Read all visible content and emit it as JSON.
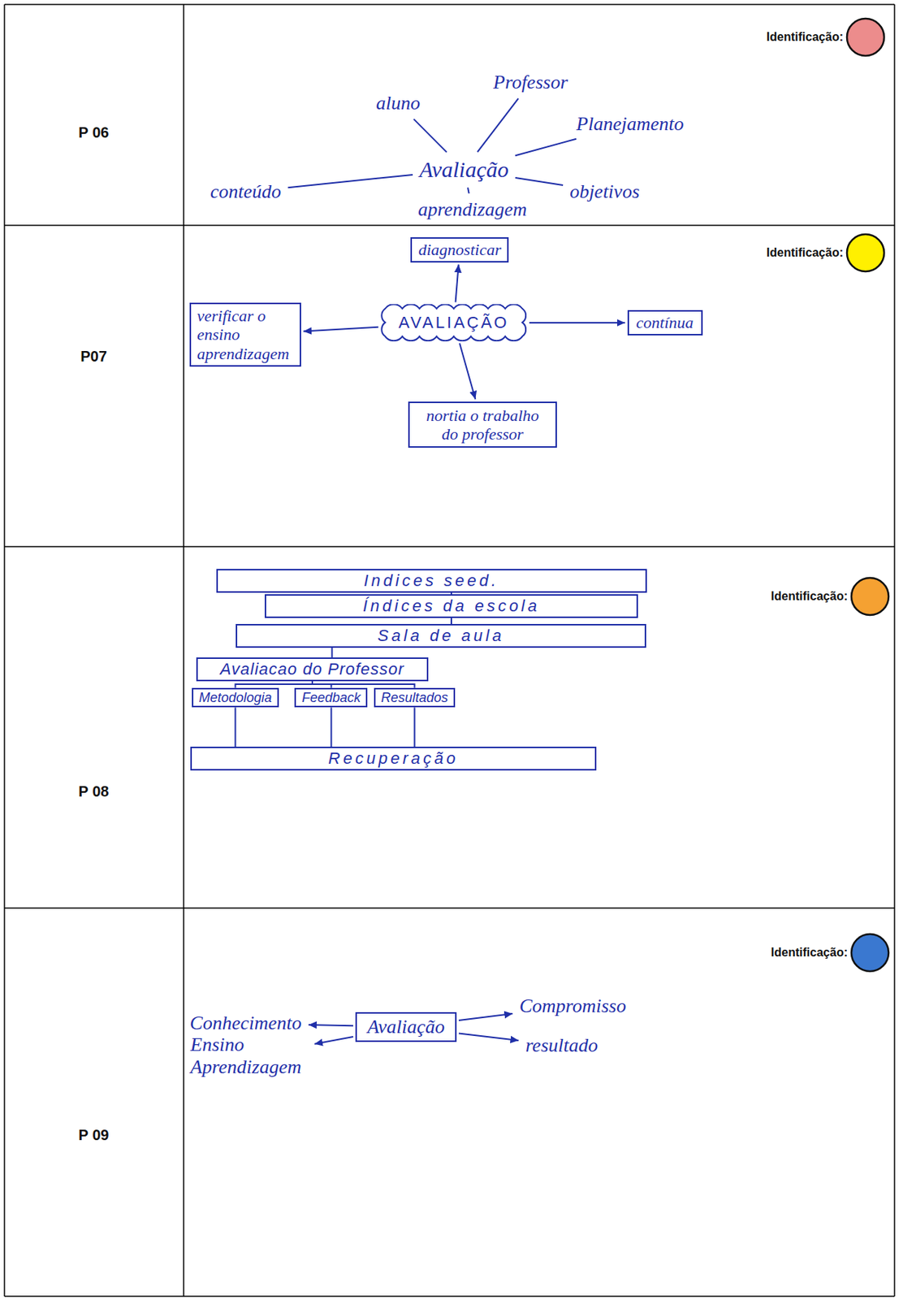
{
  "diagram": {
    "nodes": [
      {
        "text": [
          "Avaliação"
        ]
      },
      {
        "text": [
          "aluno"
        ]
      },
      {
        "text": [
          "Professor"
        ]
      },
      {
        "text": [
          "Planejamento"
        ]
      },
      {
        "text": [
          "conteúdo"
        ]
      },
      {
        "text": [
          "aprendizagem"
        ]
      },
      {
        "text": [
          "objetivos"
        ]
      },
      {
        "text": [
          "diagnosticar"
        ]
      },
      {
        "text": [
          "verificar o ensino aprendizagem"
        ]
      },
      {
        "text": [
          "AVALIAÇÃO"
        ]
      },
      {
        "text": [
          "contínua"
        ]
      },
      {
        "text": [
          "nortia o trabalho do professor"
        ]
      },
      {
        "text": [
          "Indices seed."
        ]
      },
      {
        "text": [
          "Índices da escola"
        ]
      },
      {
        "text": [
          "Sala de aula"
        ]
      },
      {
        "text": [
          "Avaliacao do Professor"
        ]
      },
      {
        "text": [
          "Metodologia"
        ]
      },
      {
        "text": [
          "Feedback"
        ]
      },
      {
        "text": [
          "Resultados"
        ]
      },
      {
        "text": [
          "Recuperação"
        ]
      },
      {
        "text": [
          "Conhecimento"
        ]
      },
      {
        "text": [
          "Avaliação"
        ]
      },
      {
        "text": [
          "Compromisso"
        ]
      },
      {
        "text": [
          "Ensino Aprendizagem"
        ]
      },
      {
        "text": [
          "resultado"
        ]
      }
    ],
    "edges": [
      {
        "from": 0,
        "to": 1,
        "arrow": "none"
      },
      {
        "from": 0,
        "to": 2,
        "arrow": "none"
      },
      {
        "from": 0,
        "to": 3,
        "arrow": "none"
      },
      {
        "from": 0,
        "to": 4,
        "arrow": "none"
      },
      {
        "from": 0,
        "to": 5,
        "arrow": "none"
      },
      {
        "from": 0,
        "to": 6,
        "arrow": "none"
      },
      {
        "from": 9,
        "to": 7,
        "arrow": "to"
      },
      {
        "from": 9,
        "to": 8,
        "arrow": "to"
      },
      {
        "from": 9,
        "to": 10,
        "arrow": "to"
      },
      {
        "from": 9,
        "to": 11,
        "arrow": "to"
      },
      {
        "from": 12,
        "to": 13,
        "arrow": "none"
      },
      {
        "from": 13,
        "to": 14,
        "arrow": "none"
      },
      {
        "from": 14,
        "to": 15,
        "arrow": "none"
      },
      {
        "from": 15,
        "to": 16,
        "arrow": "none"
      },
      {
        "from": 15,
        "to": 17,
        "arrow": "none"
      },
      {
        "from": 15,
        "to": 18,
        "arrow": "none"
      },
      {
        "from": 16,
        "to": 19,
        "arrow": "none"
      },
      {
        "from": 17,
        "to": 19,
        "arrow": "none"
      },
      {
        "from": 18,
        "to": 19,
        "arrow": "none"
      },
      {
        "from": 21,
        "to": 20,
        "arrow": "to"
      },
      {
        "from": 21,
        "to": 22,
        "arrow": "to"
      },
      {
        "from": 21,
        "to": 23,
        "arrow": "to"
      },
      {
        "from": 21,
        "to": 24,
        "arrow": "to"
      }
    ],
    "labels": [
      "Identificação:",
      "P 06",
      "Identificação:",
      "P07",
      "Identificação:",
      "P 08",
      "Identificação:",
      "P 09"
    ]
  }
}
